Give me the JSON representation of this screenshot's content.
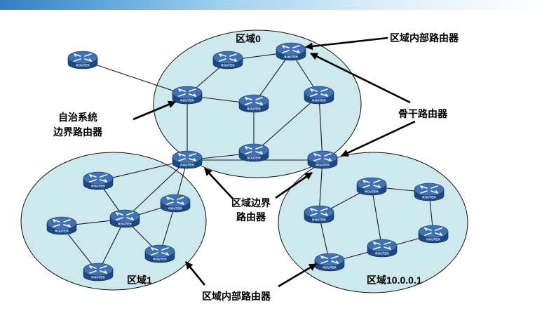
{
  "labels": {
    "area0": "区域0",
    "area1": "区域1",
    "area10": "区域10.0.0.1",
    "internal_router_top": "区域内部路由器",
    "internal_router_bottom": "区域内部路由器",
    "backbone_router": "骨干路由器",
    "asbr_line1": "自治系统",
    "asbr_line2": "边界路由器",
    "abr_line1": "区域边界",
    "abr_line2": "路由器"
  },
  "router_caption": "ROUTER",
  "colors": {
    "area_fill": "#cde9ee",
    "router_top": "#3d73b6",
    "router_side": "#1c4a85",
    "header_gradient_start": "#2f7fc2"
  },
  "icon": "router-icon"
}
